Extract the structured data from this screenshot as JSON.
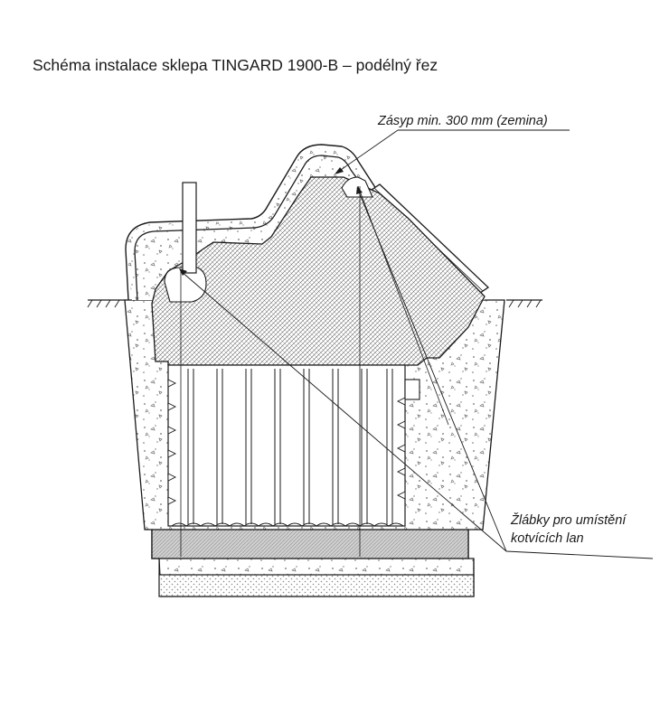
{
  "title": "Schéma instalace sklepa TINGARD 1900-B – podélný řez",
  "callouts": {
    "backfill": "Zásyp min. 300 mm (zemina)",
    "grooves_line1": "Žlábky pro umístění",
    "grooves_line2": "kotvících lan"
  },
  "colors": {
    "line": "#1a1a1a",
    "concrete_dot": "#6e6e6e",
    "cellar_hatch": "#555555",
    "base_slab": "#cfcfcf",
    "gravel_bed": "#8a8a8a"
  }
}
